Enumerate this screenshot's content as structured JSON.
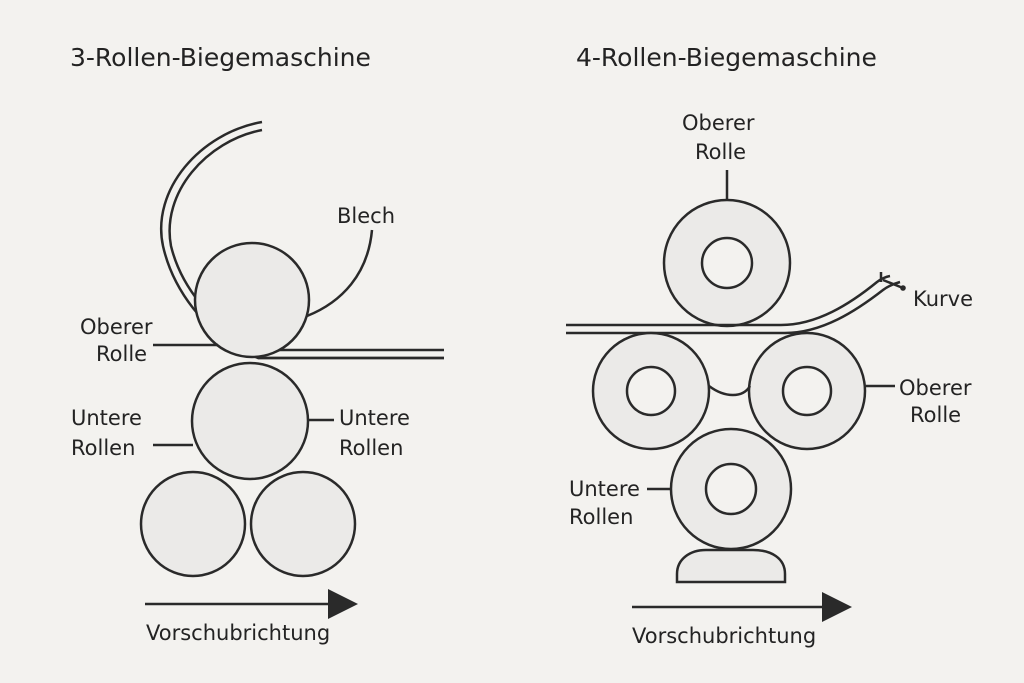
{
  "left_panel": {
    "title": "3-Rollen-Biegemaschine",
    "label_sheet": "Blech",
    "label_upper_roll_line1": "Oberer",
    "label_upper_roll_line2": "Rolle",
    "label_lower_rolls_left_line1": "Untere",
    "label_lower_rolls_left_line2": "Rollen",
    "label_lower_rolls_right_line1": "Untere",
    "label_lower_rolls_right_line2": "Rollen",
    "direction_label": "Vorschubrichtung"
  },
  "right_panel": {
    "title": "4-Rollen-Biegemaschine",
    "label_top_roll_line1": "Oberer",
    "label_top_roll_line2": "Rolle",
    "label_curve": "Kurve",
    "label_right_roll_line1": "Oberer",
    "label_right_roll_line2": "Rolle",
    "label_lower_rolls_line1": "Untere",
    "label_lower_rolls_line2": "Rollen",
    "direction_label": "Vorschubrichtung"
  }
}
